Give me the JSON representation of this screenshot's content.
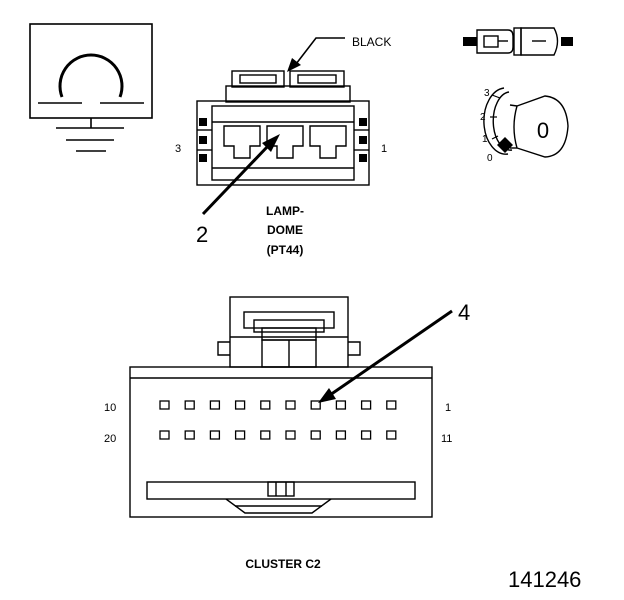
{
  "labels": {
    "black": "BLACK",
    "dome_pin_left": "3",
    "dome_pin_right": "1",
    "dome_callout": "2",
    "dome_name_line1": "LAMP-",
    "dome_name_line2": "DOME",
    "dome_name_line3": "(PT44)",
    "key_pos_3": "3",
    "key_pos_2": "2",
    "key_pos_1": "1",
    "key_pos_0": "0",
    "key_symbol": "0",
    "cluster_callout": "4",
    "cluster_pin_10": "10",
    "cluster_pin_1": "1",
    "cluster_pin_20": "20",
    "cluster_pin_11": "11",
    "cluster_name": "CLUSTER C2",
    "figure_number": "141246"
  },
  "icons": {
    "ground": "ground-symbol-icon",
    "connector_side": "connector-side-view-icon",
    "key_position": "key-position-icon"
  }
}
